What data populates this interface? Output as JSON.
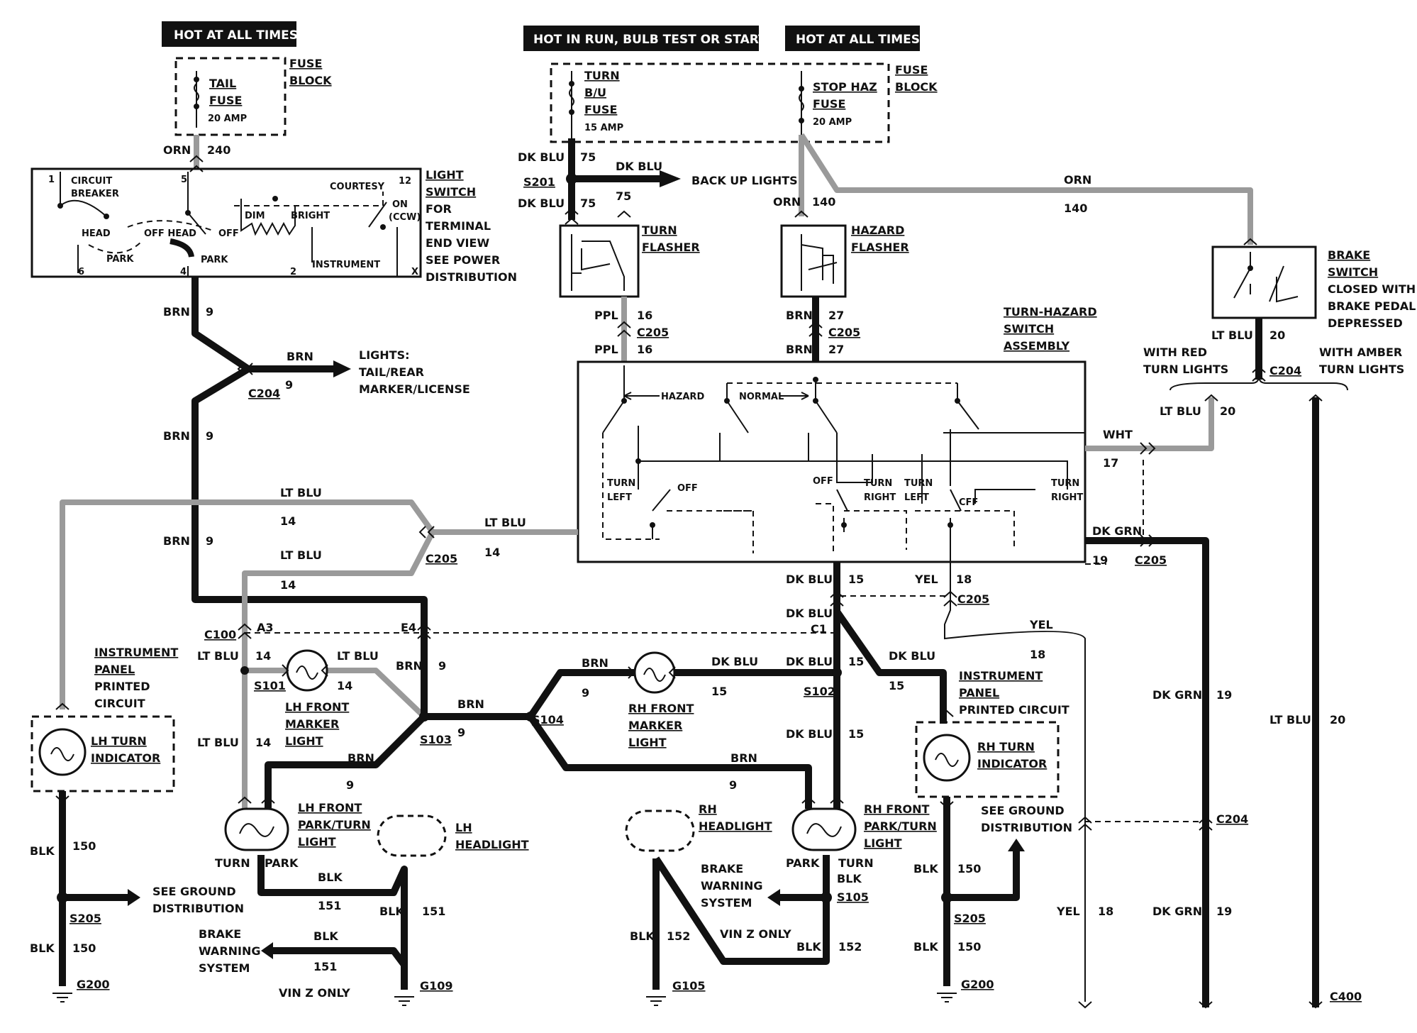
{
  "banners": {
    "left": "HOT AT ALL TIMES",
    "mid": "HOT IN RUN,  BULB TEST OR START",
    "right": "HOT AT ALL TIMES"
  },
  "fuse_left": {
    "name1": "TAIL",
    "name2": "FUSE",
    "rating": "20 AMP",
    "block1": "FUSE",
    "block2": "BLOCK"
  },
  "fuse_mid": {
    "name1": "TURN",
    "name2": "B/U",
    "name3": "FUSE",
    "rating": "15 AMP",
    "name4": "STOP HAZ",
    "name5": "FUSE",
    "rating2": "20 AMP",
    "block1": "FUSE",
    "block2": "BLOCK"
  },
  "light_switch": {
    "l1": "LIGHT",
    "l2": "SWITCH",
    "l3": "FOR",
    "l4": "TERMINAL",
    "l5": "END VIEW",
    "l6": "SEE POWER",
    "l7": "DISTRIBUTION",
    "circuit1": "CIRCUIT",
    "circuit2": "BREAKER",
    "courtesy": "COURTESY",
    "on": "ON",
    "ccw": "(CCW)",
    "head": "HEAD",
    "off_head": "OFF HEAD",
    "off": "OFF",
    "park": "PARK",
    "park2": "PARK",
    "dim": "DIM",
    "bright": "BRIGHT",
    "instrument": "INSTRUMENT",
    "t1": "1",
    "t5": "5",
    "t12": "12",
    "t6": "6",
    "t4": "4",
    "t2": "2",
    "tx": "X"
  },
  "wires": {
    "orn": "ORN",
    "n240": "240",
    "brn": "BRN",
    "n9": "9",
    "dkblu": "DK BLU",
    "n75": "75",
    "n140": "140",
    "ppl": "PPL",
    "n16": "16",
    "n27": "27",
    "ltblu": "LT BLU",
    "n14": "14",
    "n20": "20",
    "n15": "15",
    "yel": "YEL",
    "n18": "18",
    "wht": "WHT",
    "n17": "17",
    "dkgrn": "DK GRN",
    "n19": "19",
    "blk": "BLK",
    "n150": "150",
    "n151": "151",
    "n152": "152"
  },
  "connectors": {
    "s201": "S201",
    "c205": "C205",
    "c204": "C204",
    "c100": "C100",
    "a3": "A3",
    "e4": "E4",
    "c1": "C1",
    "s101": "S101",
    "s102": "S102",
    "s103": "S103",
    "s104": "S104",
    "s105": "S105",
    "s205": "S205",
    "g200": "G200",
    "g109": "G109",
    "g105": "G105",
    "c400": "C400"
  },
  "labels": {
    "backup": "BACK UP LIGHTS",
    "lights1": "LIGHTS:",
    "lights2": "TAIL/REAR",
    "lights3": "MARKER/LICENSE",
    "turn_flasher1": "TURN",
    "turn_flasher2": "FLASHER",
    "hazard_flasher1": "HAZARD",
    "hazard_flasher2": "FLASHER",
    "brake1": "BRAKE",
    "brake2": "SWITCH",
    "brake3": "CLOSED WITH",
    "brake4": "BRAKE PEDAL",
    "brake5": "DEPRESSED",
    "th1": "TURN-HAZARD",
    "th2": "SWITCH",
    "th3": "ASSEMBLY",
    "red1": "WITH RED",
    "red2": "TURN LIGHTS",
    "amber1": "WITH AMBER",
    "amber2": "TURN LIGHTS",
    "hazard": "HAZARD",
    "normal": "NORMAL",
    "turn": "TURN",
    "left": "LEFT",
    "right": "RIGHT",
    "off": "OFF",
    "cff": "CFF",
    "ipc1": "INSTRUMENT",
    "ipc2": "PANEL",
    "ipc3": "PRINTED",
    "ipc4": "CIRCUIT",
    "ipc5": "PRINTED CIRCUIT",
    "lh_ind1": "LH TURN",
    "lh_ind2": "INDICATOR",
    "rh_ind1": "RH TURN",
    "rh_ind2": "INDICATOR",
    "lhfm1": "LH FRONT",
    "lhfm2": "MARKER",
    "lhfm3": "LIGHT",
    "rhfm1": "RH FRONT",
    "rhfm2": "MARKER",
    "rhfm3": "LIGHT",
    "lhfp1": "LH FRONT",
    "lhfp2": "PARK/TURN",
    "lhfp3": "LIGHT",
    "rhfp1": "RH FRONT",
    "rhfp2": "PARK/TURN",
    "rhfp3": "LIGHT",
    "lhh1": "LH",
    "lhh2": "HEADLIGHT",
    "rhh1": "RH",
    "rhh2": "HEADLIGHT",
    "turn_lbl": "TURN",
    "park_lbl": "PARK",
    "sgd1": "SEE GROUND",
    "sgd2": "DISTRIBUTION",
    "bws1": "BRAKE",
    "bws2": "WARNING",
    "bws3": "SYSTEM",
    "vinz": "VIN Z ONLY"
  }
}
